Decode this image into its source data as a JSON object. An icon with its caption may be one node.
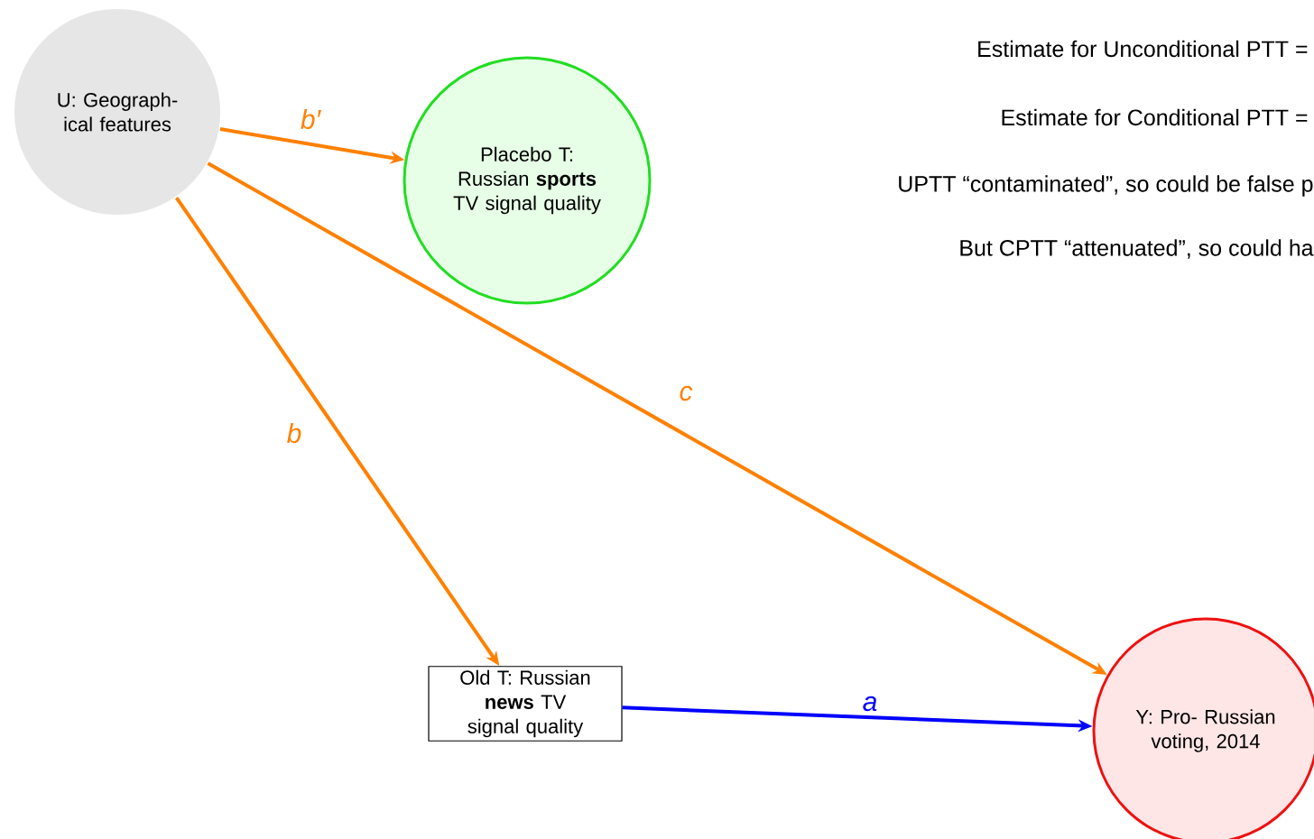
{
  "diagram": {
    "nodes": [
      {
        "text": [
          "U: Geograph- ical features"
        ]
      },
      {
        "text": [
          "Placebo T: Russian **sports** TV signal quality"
        ]
      },
      {
        "text": [
          "Old T: Russian **news** TV signal quality"
        ]
      },
      {
        "text": [
          "Y: Pro- Russian voting, 2014"
        ]
      }
    ],
    "edges": [
      {
        "from": 0,
        "to": 1,
        "arrow": "to",
        "label": "b′"
      },
      {
        "from": 0,
        "to": 3,
        "arrow": "to",
        "label": "c"
      },
      {
        "from": 0,
        "to": 2,
        "arrow": "to",
        "label": "b"
      },
      {
        "from": 2,
        "to": 3,
        "arrow": "to",
        "label": "a",
        "color": "#0000ff"
      }
    ],
    "labels": [
      "Estimate for Unconditional PTT =",
      "Estimate for Conditional PTT =",
      "UPTT “contaminated”, so could be false p",
      "But CPTT “attenuated”, so could ha"
    ]
  }
}
